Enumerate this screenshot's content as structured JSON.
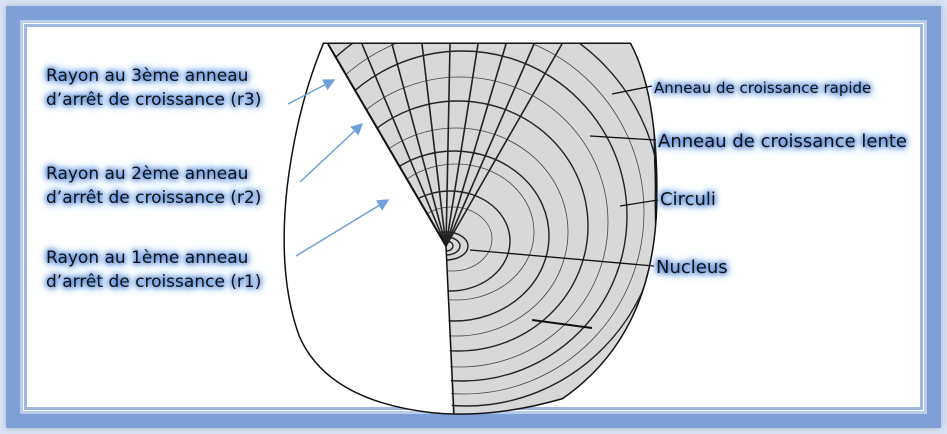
{
  "labels": {
    "r3_line1": "Rayon au 3ème anneau",
    "r3_line2": "d’arrêt de croissance (r3)",
    "r2_line1": "Rayon au 2ème anneau",
    "r2_line2": "d’arrêt de croissance (r2)",
    "r1_line1": "Rayon au 1ème anneau",
    "r1_line2": "d’arrêt de croissance (r1)",
    "rapide": "Anneau de croissance rapide",
    "lente": "Anneau de croissance lente",
    "circuli": "Circuli",
    "nucleus": "Nucleus"
  },
  "colors": {
    "frame": "#7fa0d6",
    "glow": "#4f86d9",
    "arrow": "#6f9fd8",
    "ink": "#111111"
  }
}
